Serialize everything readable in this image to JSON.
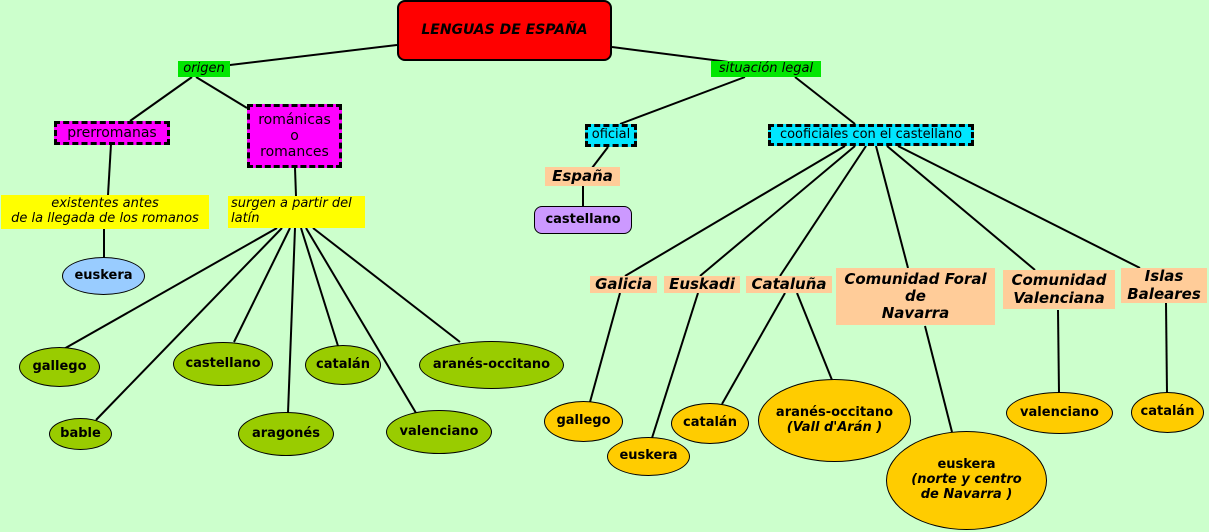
{
  "title": "LENGUAS DE ESPAÑA",
  "left": {
    "origen": "origen",
    "prerromanas": "prerromanas",
    "romanicas": [
      "románicas",
      "o",
      "romances"
    ],
    "existentes": [
      "existentes antes",
      "de la llegada de los romanos"
    ],
    "surgen": [
      "surgen a partir del",
      "latín"
    ],
    "euskera": "euskera",
    "gallego": "gallego",
    "bable": "bable",
    "castellano": "castellano",
    "aragones": "aragonés",
    "catalan": "catalán",
    "valenciano": "valenciano",
    "aranes": "aranés-occitano"
  },
  "right": {
    "situacion": "situación legal",
    "oficial": "oficial",
    "espana": "España",
    "castellano": "castellano",
    "cooficiales": "cooficiales con el castellano",
    "galicia": "Galicia",
    "euskadi": "Euskadi",
    "cataluna": "Cataluña",
    "navarra": [
      "Comunidad Foral",
      "de",
      "Navarra"
    ],
    "valenciana": [
      "Comunidad",
      "Valenciana"
    ],
    "baleares": [
      "Islas",
      "Baleares"
    ],
    "gallego": "gallego",
    "euskera1": "euskera",
    "catalan1": "catalán",
    "aranes": "aranés-occitano",
    "aranes_sub": "(Vall d'Arán )",
    "euskera2": "euskera",
    "euskera2_sub": [
      "(norte y centro",
      "de Navarra )"
    ],
    "valenciano": "valenciano",
    "catalan2": "catalán"
  },
  "colors": {
    "background": "#ccffcc",
    "title": "#ff0000",
    "label_green": "#00e600",
    "label_yellow": "#ffff00",
    "magenta": "#ff00ff",
    "cyan": "#00e6ff",
    "peach": "#ffcc99",
    "oval_green": "#99cc00",
    "oval_orange": "#ffcc00",
    "oval_blue": "#99ccff",
    "lavender": "#cc99ff"
  }
}
